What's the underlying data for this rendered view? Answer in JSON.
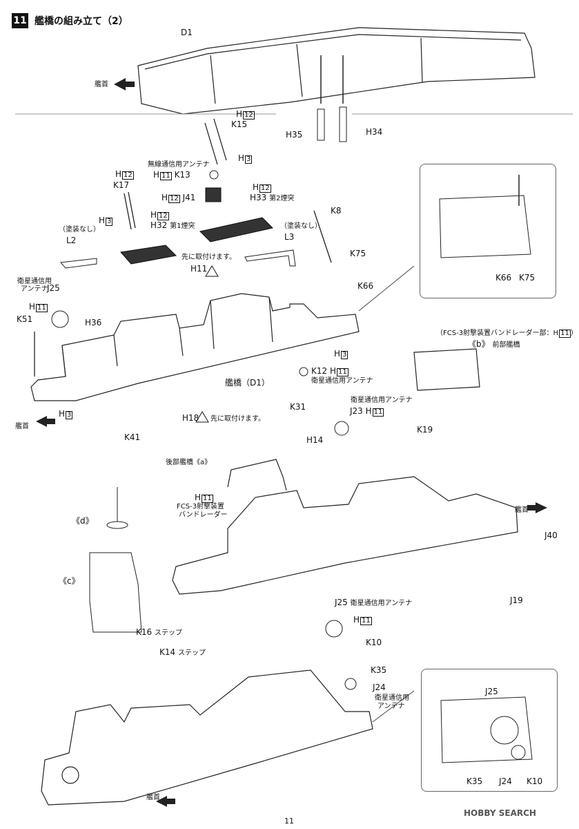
{
  "step": {
    "number": "11",
    "title": "艦橋の組み立て（2）"
  },
  "parts": {
    "d1": "D1",
    "h35": "H35",
    "h34": "H34",
    "h12": "H",
    "h12n": "12",
    "k15": "K15",
    "h3": "H",
    "h3n": "3",
    "k13_note": "無線通信用アンテナ",
    "h11": "H",
    "h11n": "11",
    "k13": "K13",
    "k17": "K17",
    "j41": "J41",
    "h33": "H33",
    "h33_note": "第2煙突",
    "h32": "H32",
    "h32_note": "第1煙突",
    "k8": "K8",
    "nopaint": "（塗装なし）",
    "l2": "L2",
    "l3": "L3",
    "first_note": "先に取付けます。",
    "k75": "K75",
    "k66": "K66",
    "sat_note1": "衛星通信用",
    "sat_note2": "アンテナ",
    "j25": "J25",
    "h11_label": "H11",
    "k51": "K51",
    "h36": "H36",
    "k12": "K12",
    "k12_note": "衛星通信用アンテナ",
    "bridge_d1": "艦橋（D1）",
    "bow": "艦首",
    "h18": "H18",
    "k41": "K41",
    "k31": "K31",
    "fcs_top": "（FCS-3射撃装置バンドレーダー部：H",
    "fcs_top_close": "）",
    "b_label": "《b》",
    "b_note": "前部艦橋",
    "j23": "J23",
    "j23_note": "衛星通信用アンテナ",
    "h14": "H14",
    "k19": "K19",
    "a_label": "後部艦橋《a》",
    "fcs_label1": "FCS-3射撃装置",
    "fcs_label2": "バンドレーダー",
    "d_label": "《d》",
    "c_label": "《c》",
    "j40": "J40",
    "j19": "J19",
    "j25b_note": "衛星通信用アンテナ",
    "k16": "K16",
    "step_note": "ステップ",
    "k14": "K14",
    "k10": "K10",
    "k35": "K35",
    "j24": "J24"
  },
  "page_number": "11",
  "watermark": "HOBBY SEARCH"
}
